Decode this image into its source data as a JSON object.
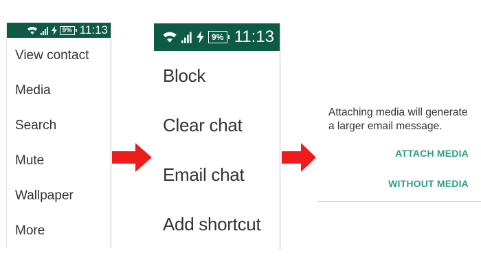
{
  "status_bar": {
    "battery": "9%",
    "time": "11:13",
    "background": "#0d5a45"
  },
  "panel1": {
    "menu_items": [
      "View contact",
      "Media",
      "Search",
      "Mute",
      "Wallpaper",
      "More"
    ]
  },
  "panel2": {
    "menu_items": [
      "Block",
      "Clear chat",
      "Email chat",
      "Add shortcut"
    ]
  },
  "dialog": {
    "message": "Attaching media will generate a larger email message.",
    "attach_label": "ATTACH MEDIA",
    "without_label": "WITHOUT MEDIA",
    "accent_color": "#2f9c87"
  },
  "arrow_color": "#ee1c1c"
}
